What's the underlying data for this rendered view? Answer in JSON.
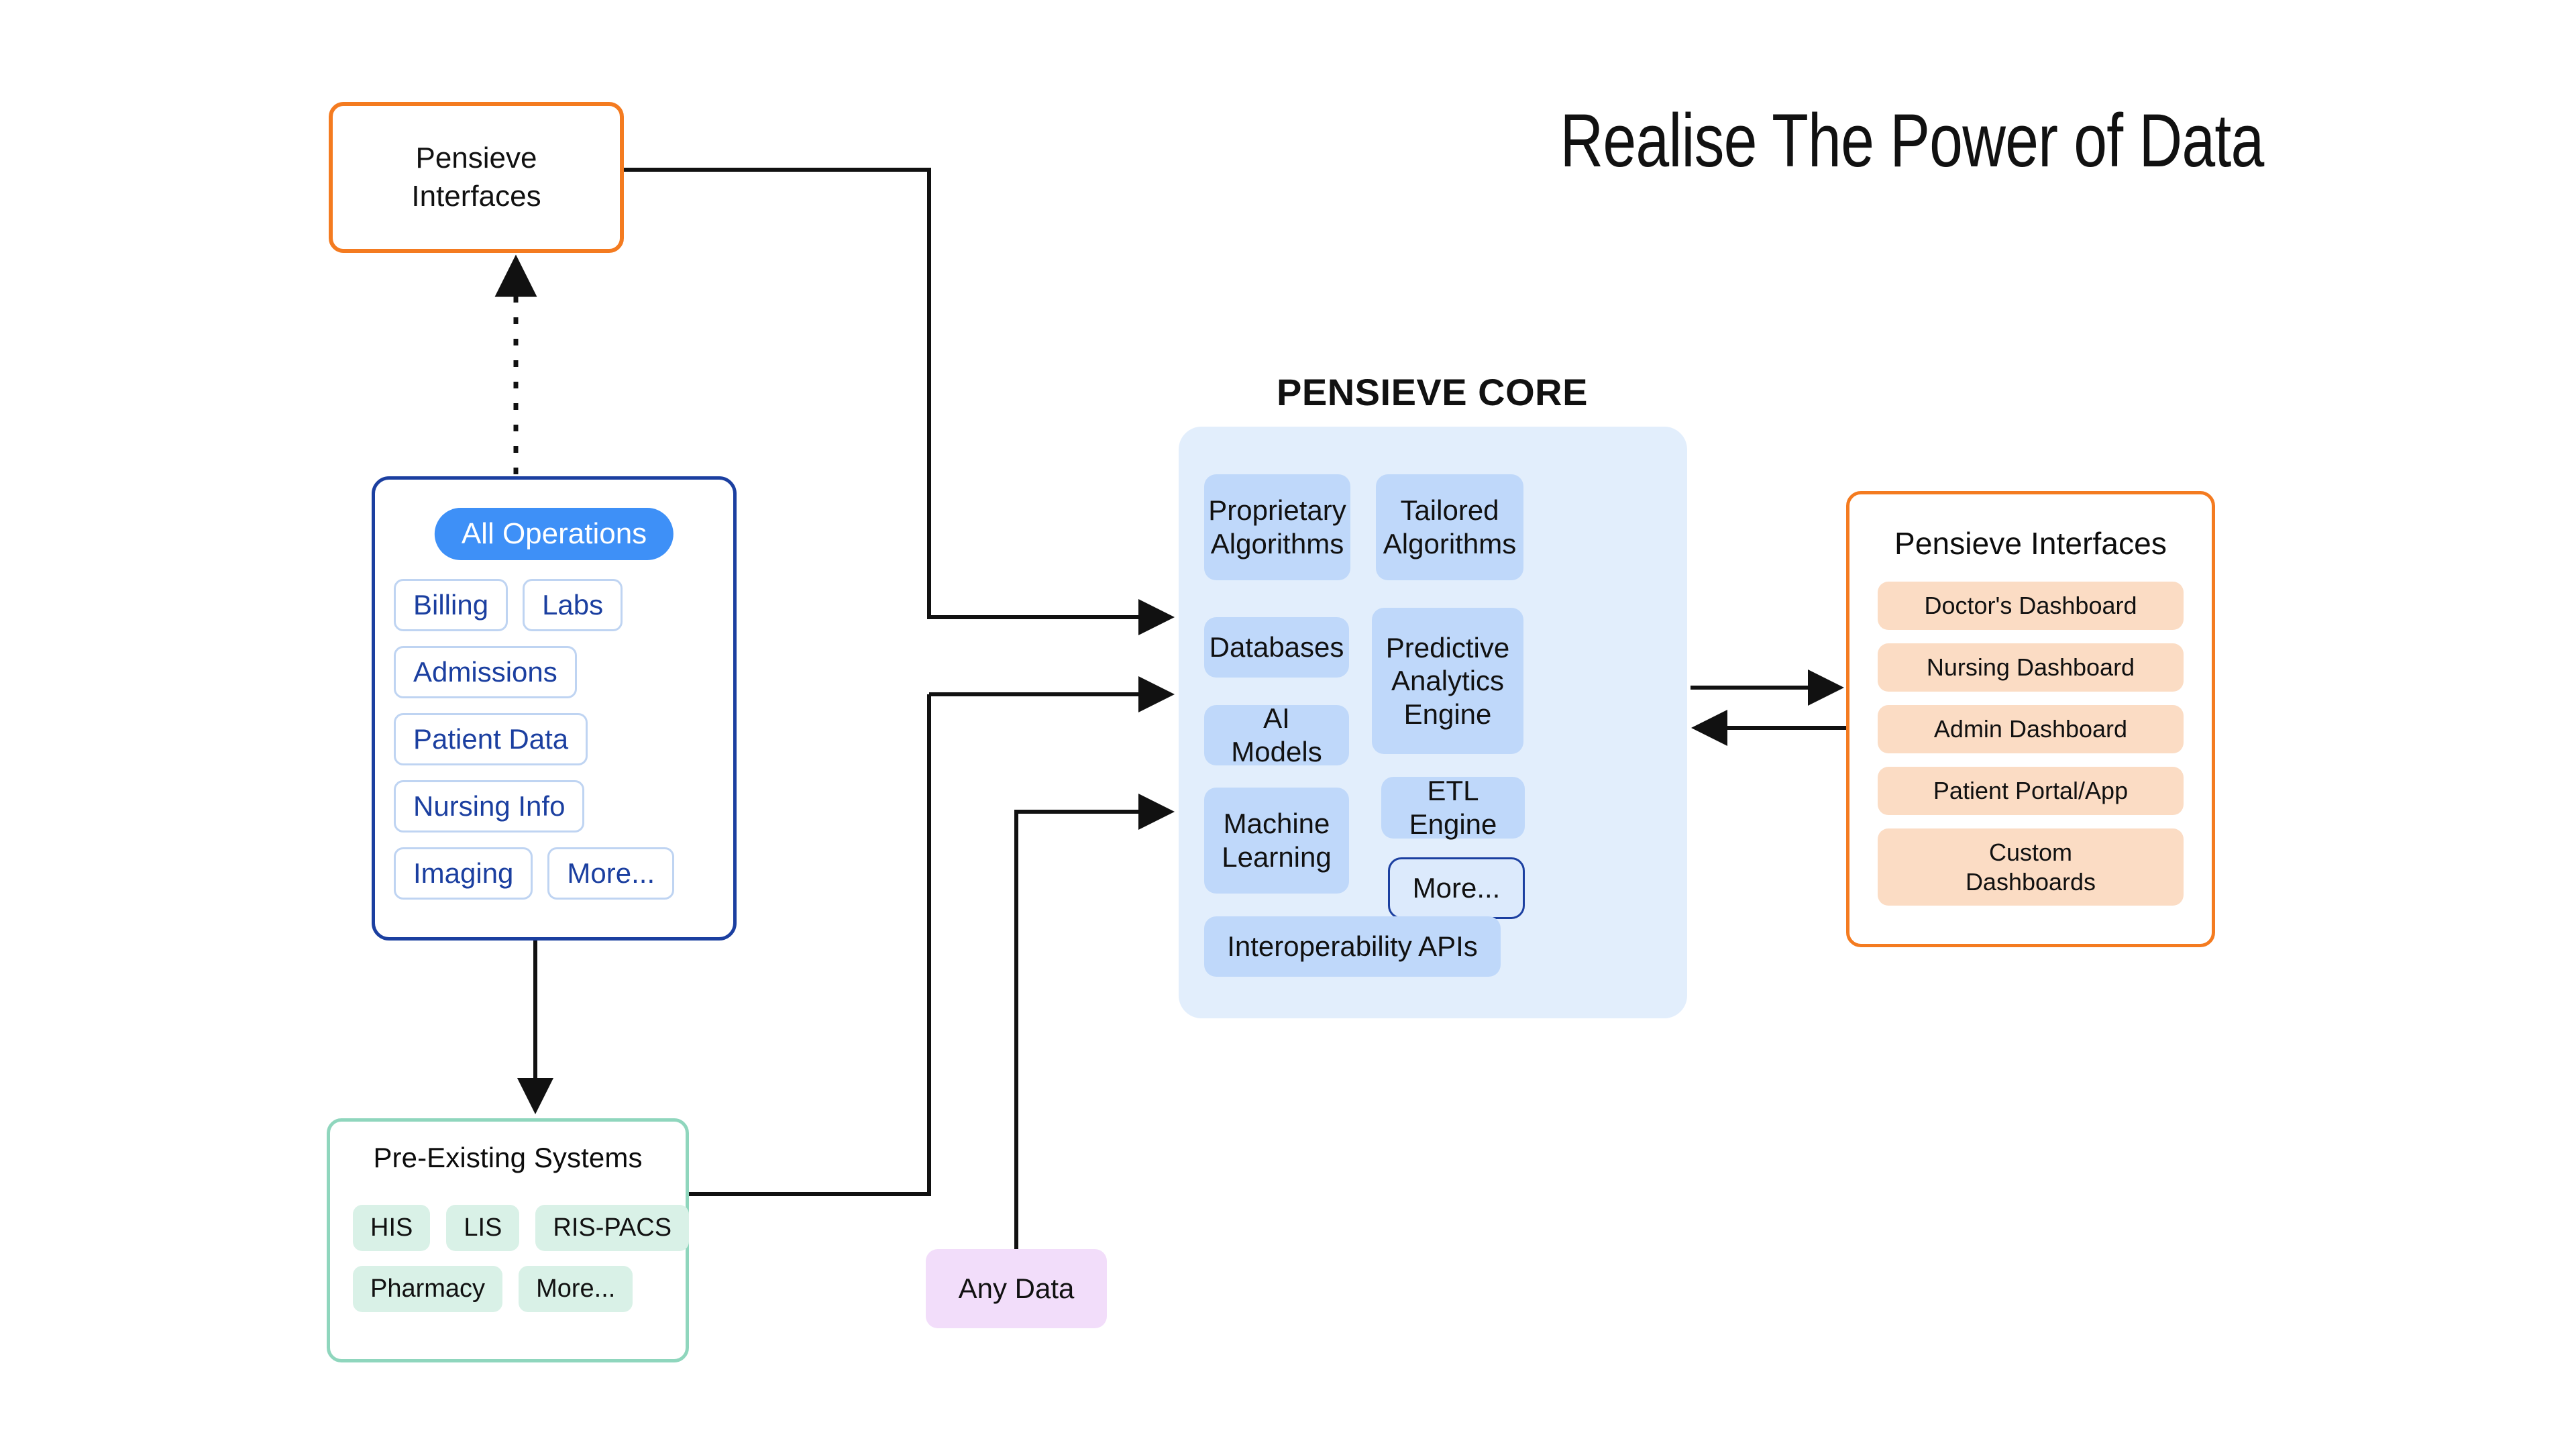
{
  "title": "Realise The Power of Data",
  "pensieve_top": {
    "label": "Pensieve\nInterfaces",
    "border_color": "#F47B20"
  },
  "all_operations": {
    "header": "All Operations",
    "header_bg": "#3E90F7",
    "border_color": "#1B3FA0",
    "tag_text_color": "#1B3FA0",
    "rows": [
      [
        "Billing",
        "Labs"
      ],
      [
        "Admissions"
      ],
      [
        "Patient Data"
      ],
      [
        "Nursing Info"
      ],
      [
        "Imaging",
        "More..."
      ]
    ]
  },
  "pre_existing": {
    "title": "Pre-Existing Systems",
    "border_color": "#8FD6BD",
    "tag_bg": "#D9F1E7",
    "rows": [
      [
        "HIS",
        "LIS",
        "RIS-PACS"
      ],
      [
        "Pharmacy",
        "More..."
      ]
    ]
  },
  "any_data": {
    "label": "Any Data",
    "bg": "#F2DDFA"
  },
  "core": {
    "heading": "PENSIEVE CORE",
    "panel_bg": "#E2EEFC",
    "tag_bg": "#BFD8FA",
    "items": [
      {
        "label": "Proprietary\nAlgorithms",
        "outline": false
      },
      {
        "label": "Tailored\nAlgorithms",
        "outline": false
      },
      {
        "label": "Databases",
        "outline": false
      },
      {
        "label": "Predictive\nAnalytics\nEngine",
        "outline": false
      },
      {
        "label": "AI Models",
        "outline": false
      },
      {
        "label": "ETL Engine",
        "outline": false
      },
      {
        "label": "Machine\nLearning",
        "outline": false
      },
      {
        "label": "More...",
        "outline": true
      },
      {
        "label": "Interoperability APIs",
        "outline": false
      }
    ]
  },
  "pensieve_right": {
    "title": "Pensieve Interfaces",
    "border_color": "#F47B20",
    "tag_bg": "#FBDCC4",
    "items": [
      "Doctor's Dashboard",
      "Nursing Dashboard",
      "Admin Dashboard",
      "Patient Portal/App",
      "Custom\nDashboards"
    ]
  },
  "connectors": [
    {
      "name": "pensieve-top-to-core",
      "style": "solid",
      "arrow": "end"
    },
    {
      "name": "all-operations-to-core",
      "style": "solid",
      "arrow": "end"
    },
    {
      "name": "any-data-to-core",
      "style": "solid",
      "arrow": "end"
    },
    {
      "name": "pre-existing-to-core",
      "style": "solid",
      "arrow": "none"
    },
    {
      "name": "all-operations-to-pensieve-top",
      "style": "dotted",
      "arrow": "end"
    },
    {
      "name": "all-operations-to-pre-existing",
      "style": "solid",
      "arrow": "end"
    },
    {
      "name": "core-to-pensieve-right",
      "style": "solid",
      "arrow": "end"
    },
    {
      "name": "pensieve-right-to-core",
      "style": "solid",
      "arrow": "end"
    }
  ]
}
